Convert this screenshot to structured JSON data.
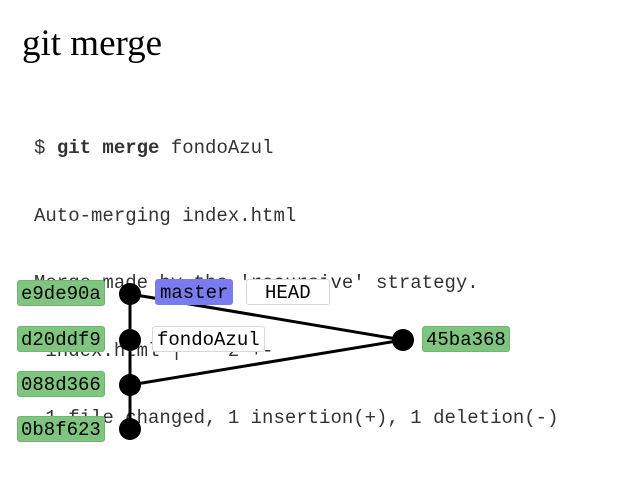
{
  "title": "git merge",
  "terminal": {
    "prompt": "$",
    "command": "git merge",
    "argument": "fondoAzul",
    "output": [
      "Auto-merging index.html",
      "Merge made by the 'recursive' strategy.",
      " index.html |    2 +-",
      " 1 file changed, 1 insertion(+), 1 deletion(-)"
    ]
  },
  "graph": {
    "colors": {
      "commit_label": "#7fc57f",
      "current_branch": "#7b7bf0",
      "edge": "#000000",
      "node": "#000000"
    },
    "commits": [
      {
        "id": "e9de90a",
        "column": 0,
        "row": 0
      },
      {
        "id": "d20ddf9",
        "column": 0,
        "row": 1
      },
      {
        "id": "088d366",
        "column": 0,
        "row": 2
      },
      {
        "id": "0b8f623",
        "column": 0,
        "row": 3
      },
      {
        "id": "45ba368",
        "column": 1,
        "row": 1
      }
    ],
    "edges": [
      [
        "e9de90a",
        "d20ddf9"
      ],
      [
        "d20ddf9",
        "088d366"
      ],
      [
        "088d366",
        "0b8f623"
      ],
      [
        "e9de90a",
        "45ba368"
      ],
      [
        "45ba368",
        "088d366"
      ]
    ],
    "refs": {
      "current_branch": "master",
      "head": "HEAD",
      "other_branch": "fondoAzul"
    }
  }
}
